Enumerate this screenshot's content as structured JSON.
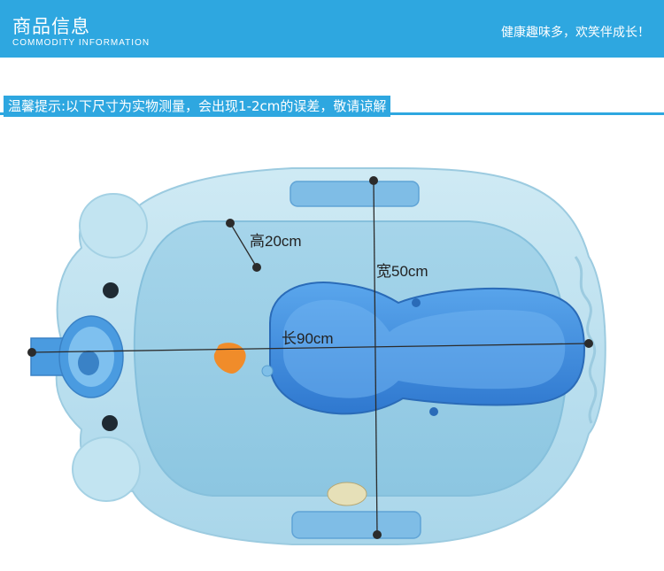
{
  "header": {
    "title": "商品信息",
    "subtitle": "COMMODITY INFORMATION",
    "slogan": "健康趣味多，欢笑伴成长！"
  },
  "notice": {
    "text": "温馨提示:以下尺寸为实物测量，会出现1-2cm的误差，敬请谅解"
  },
  "dimensions": {
    "height": "高20cm",
    "width": "宽50cm",
    "length": "长90cm"
  },
  "colors": {
    "brand_blue": "#2ea7e0",
    "tub_outer": "#bfe3ef",
    "tub_inner": "#9fd0e6",
    "seat_blue": "#3a86d8",
    "marker": "#2b2b2b"
  }
}
